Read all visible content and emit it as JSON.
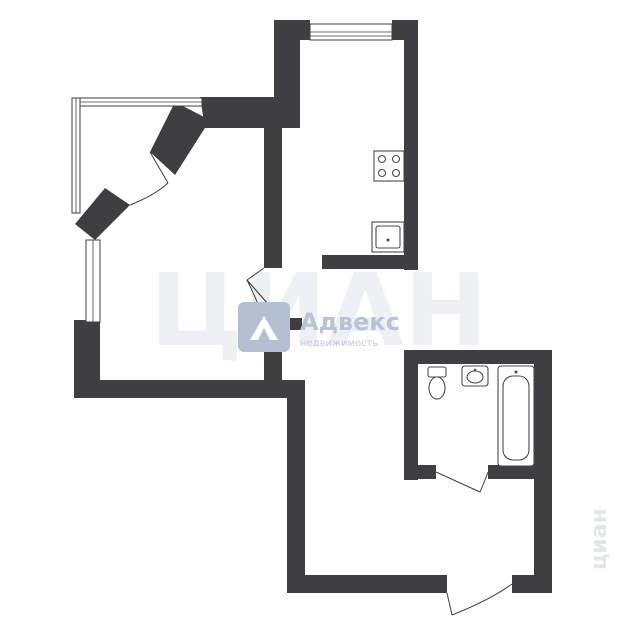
{
  "watermark": {
    "brand": "Адвекс",
    "tagline": "недвижимость",
    "background_text": "ЦИАН",
    "corner_text": "циан"
  },
  "colors": {
    "wall": "#3f3f42",
    "logo": "#b4bfd1",
    "background": "#ffffff"
  }
}
